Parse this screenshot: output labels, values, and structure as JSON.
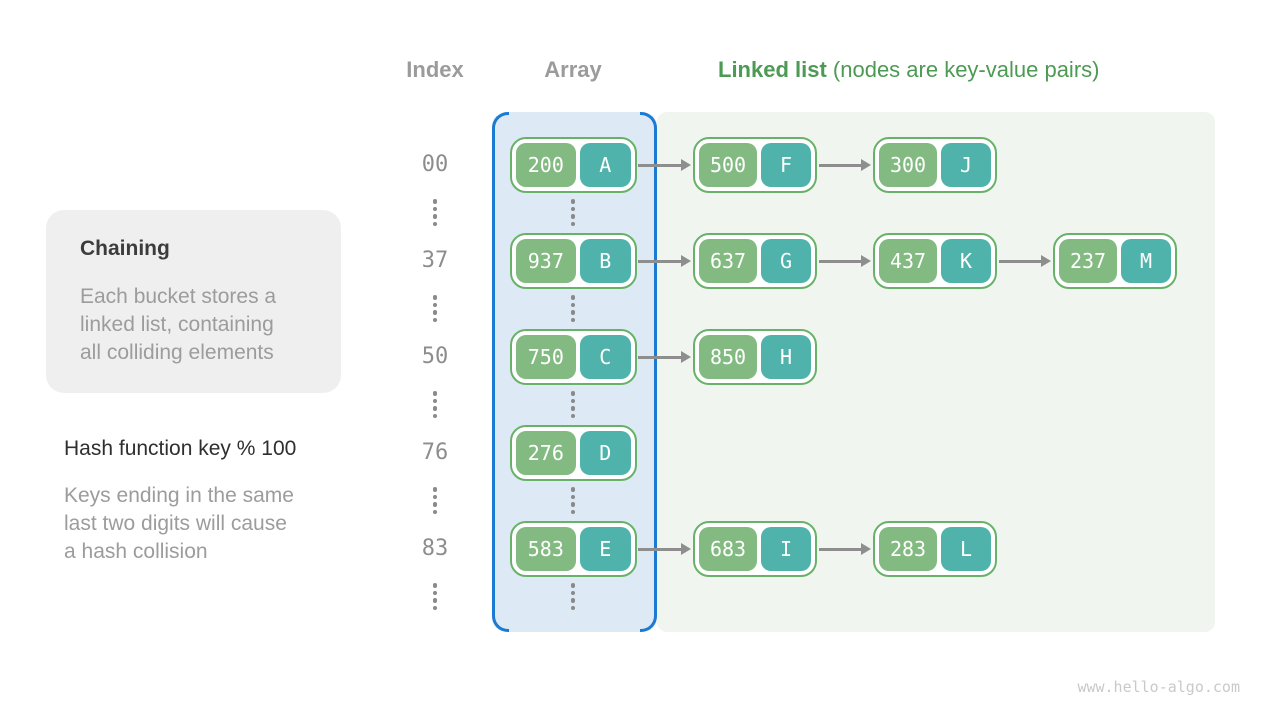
{
  "headers": {
    "index": "Index",
    "array": "Array",
    "linked_bold": "Linked list",
    "linked_rest": " (nodes are key-value pairs)"
  },
  "sidebar": {
    "chaining_title": "Chaining",
    "chaining_body": "Each bucket stores a\nlinked list, containing\nall colliding elements",
    "hash_function": "Hash function key % 100",
    "hash_note": "Keys ending in the same\nlast two digits will cause\na hash collision"
  },
  "hash_table": {
    "rows": [
      {
        "index": "00",
        "bucket": {
          "key": "200",
          "value": "A"
        },
        "chain": [
          {
            "key": "500",
            "value": "F"
          },
          {
            "key": "300",
            "value": "J"
          }
        ]
      },
      {
        "index": "37",
        "bucket": {
          "key": "937",
          "value": "B"
        },
        "chain": [
          {
            "key": "637",
            "value": "G"
          },
          {
            "key": "437",
            "value": "K"
          },
          {
            "key": "237",
            "value": "M"
          }
        ]
      },
      {
        "index": "50",
        "bucket": {
          "key": "750",
          "value": "C"
        },
        "chain": [
          {
            "key": "850",
            "value": "H"
          }
        ]
      },
      {
        "index": "76",
        "bucket": {
          "key": "276",
          "value": "D"
        },
        "chain": []
      },
      {
        "index": "83",
        "bucket": {
          "key": "583",
          "value": "E"
        },
        "chain": [
          {
            "key": "683",
            "value": "I"
          },
          {
            "key": "283",
            "value": "L"
          }
        ]
      }
    ]
  },
  "colors": {
    "header_gray": "#9b9b9b",
    "header_green": "#4c9a53",
    "node_key_green": "#82ba81",
    "node_value_teal": "#4fb3ab",
    "node_border_green": "#68b168",
    "array_bracket_blue": "#1b7ad2",
    "array_panel_bg": "#ddeaf6",
    "linked_list_panel_bg": "#f0f6ef",
    "arrow_gray": "#8e8e8e",
    "sidebar_box_bg": "#efefef"
  },
  "footer": {
    "watermark": "www.hello-algo.com"
  }
}
